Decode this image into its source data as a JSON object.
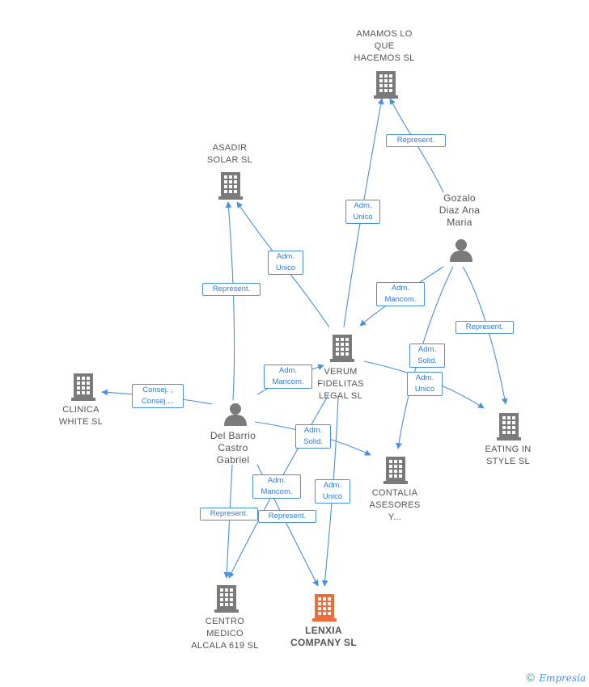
{
  "nodes": {
    "amamos": {
      "label_lines": [
        "AMAMOS LO",
        "QUE",
        "HACEMOS  SL"
      ],
      "kind": "company"
    },
    "asadir": {
      "label_lines": [
        "ASADIR",
        "SOLAR SL"
      ],
      "kind": "company"
    },
    "gozalo": {
      "label_lines": [
        "Gozalo",
        "Diaz Ana",
        "Maria"
      ],
      "kind": "person"
    },
    "verum": {
      "label_lines": [
        "VERUM",
        "FIDELITAS",
        "LEGAL  SL"
      ],
      "kind": "company"
    },
    "clinica": {
      "label_lines": [
        "CLINICA",
        "WHITE SL"
      ],
      "kind": "company"
    },
    "delbarrio": {
      "label_lines": [
        "Del Barrio",
        "Castro",
        "Gabriel"
      ],
      "kind": "person"
    },
    "eating": {
      "label_lines": [
        "EATING IN",
        "STYLE  SL"
      ],
      "kind": "company"
    },
    "contalia": {
      "label_lines": [
        "CONTALIA",
        "ASESORES",
        "Y..."
      ],
      "kind": "company"
    },
    "centro": {
      "label_lines": [
        "CENTRO",
        "MEDICO",
        "ALCALA 619 SL"
      ],
      "kind": "company"
    },
    "lenxia": {
      "label_lines": [
        "LENXIA",
        "COMPANY  SL"
      ],
      "kind": "company-main"
    }
  },
  "edge_labels": {
    "represent_gozalo_amamos": [
      "Represent."
    ],
    "adm_unico_verum_amamos": [
      "Adm.",
      "Unico"
    ],
    "adm_unico_verum_asadir": [
      "Adm.",
      "Unico"
    ],
    "represent_delbarrio_asadir": [
      "Represent."
    ],
    "adm_mancom_gozalo_verum": [
      "Adm.",
      "Mancom."
    ],
    "represent_gozalo_eating": [
      "Represent."
    ],
    "adm_solid_gozalo_contalia": [
      "Adm.",
      "Solid."
    ],
    "adm_unico_verum_eating": [
      "Adm.",
      "Unico"
    ],
    "consej_delbarrio_clinica": [
      "Consej. ,",
      "Consej...."
    ],
    "adm_mancom_delbarrio_verum": [
      "Adm.",
      "Mancom."
    ],
    "adm_solid_delbarrio_contalia": [
      "Adm.",
      "Solid."
    ],
    "adm_mancom_delbarrio_centro": [
      "Adm.",
      "Mancom."
    ],
    "adm_unico_verum_lenxia": [
      "Adm.",
      "Unico"
    ],
    "represent_delbarrio_centro": [
      "Represent."
    ],
    "represent_delbarrio_lenxia": [
      "Represent."
    ]
  },
  "colors": {
    "edge": "#4a8fe0",
    "icon": "#7a7a7a",
    "main_icon": "#f26b3a",
    "label_text": "#2f7bd6"
  },
  "footer": {
    "copyright": "©",
    "brand": "Empresia"
  }
}
